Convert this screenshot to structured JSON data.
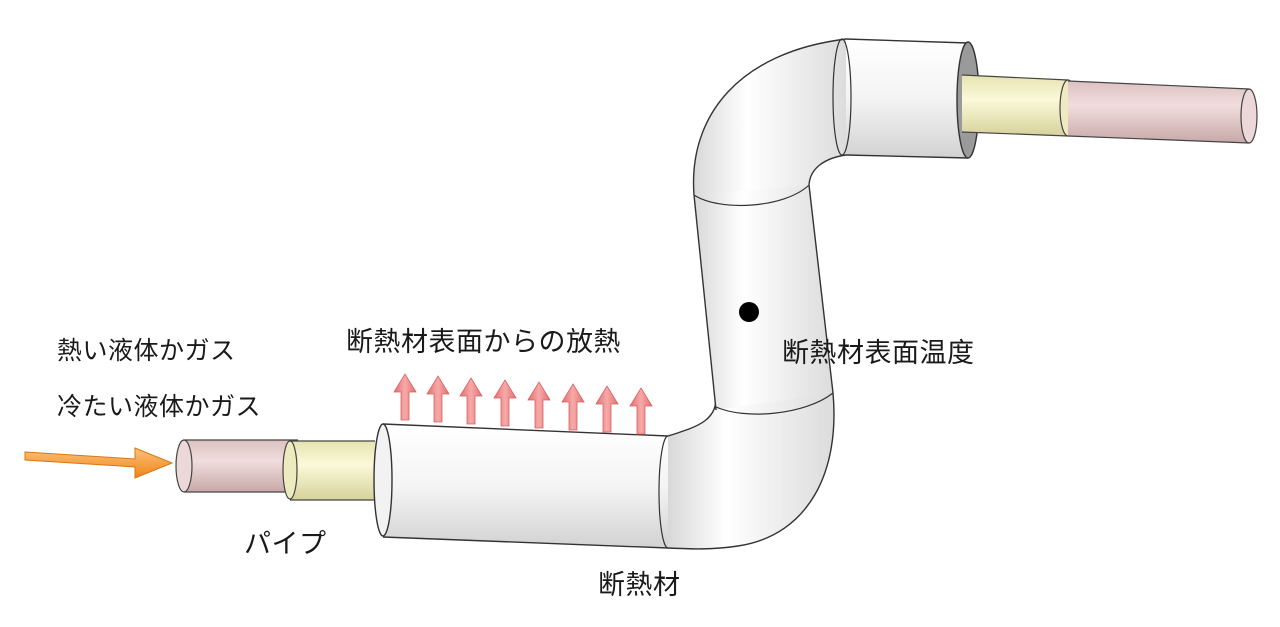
{
  "labels": {
    "hot_fluid": "熱い液体かガス",
    "cold_fluid": "冷たい液体かガス",
    "heat_release": "断熱材表面からの放熱",
    "surface_temp": "断熱材表面温度",
    "pipe": "パイプ",
    "insulation": "断熱材"
  },
  "icons": {
    "flow_arrow": "arrow-right-icon",
    "heat_arrows": "arrow-up-icon",
    "measurement_point": "dot-icon"
  },
  "heat_arrow_count": 8,
  "colors": {
    "flow_arrow": "#f7941d",
    "heat_arrow": "#f08080",
    "pipe": "#e9cfcf",
    "pipe_stub": "#f2f0c4",
    "insulation": "#f7f7f7",
    "outline": "#333333",
    "measurement_point": "#000000"
  }
}
